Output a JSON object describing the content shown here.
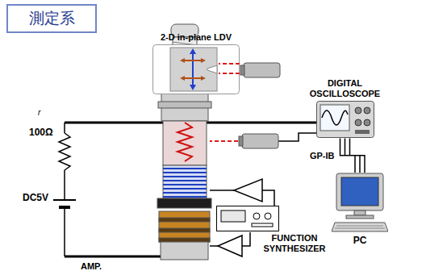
{
  "diagram": {
    "title": "測定系",
    "nodes": [
      {
        "text": [
          "2-D in-plane LDV"
        ]
      },
      {
        "text": [
          "DIGITAL OSCILLOSCOPE"
        ]
      },
      {
        "text": [
          "FUNCTION SYNTHESIZER"
        ]
      },
      {
        "text": [
          "PC"
        ]
      }
    ],
    "edges": [
      {
        "from": 1,
        "to": 3,
        "label": "GP-IB",
        "arrow": "none"
      }
    ],
    "labels": [
      "r",
      "100Ω",
      "DC5V",
      "AMP."
    ]
  }
}
